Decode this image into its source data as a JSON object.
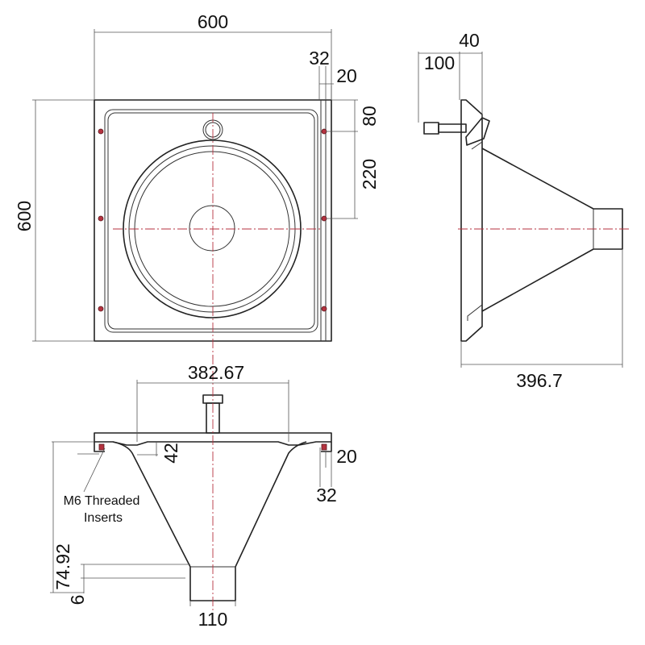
{
  "plan_view": {
    "width_label": "600",
    "height_label": "600",
    "flange_label": "32",
    "slot_label": "20",
    "hole_offset_label": "80",
    "hole_spacing_label": "220"
  },
  "side_view": {
    "outlet_label": "100",
    "outlet_offset_label": "40",
    "depth_label": "396.7"
  },
  "front_view": {
    "bowl_width_label": "382.67",
    "flange_depth_label": "42",
    "insert_label": "20",
    "insert_depth_label": "32",
    "note_line1": "M6 Threaded",
    "note_line2": "Inserts",
    "drop_label": "74.92",
    "lip_label": "6",
    "outlet_dia_label": "110"
  },
  "colors": {
    "outline": "#222222",
    "centerline": "#b5323f",
    "dimension": "#555555"
  }
}
